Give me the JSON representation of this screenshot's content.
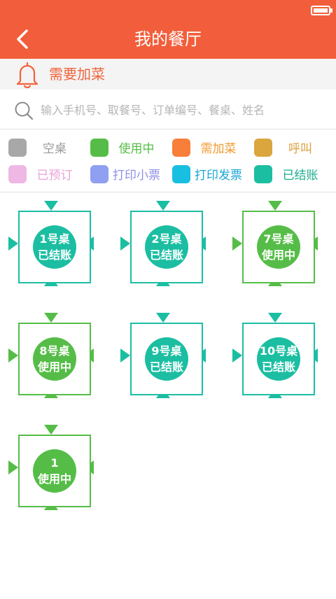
{
  "header": {
    "title": "我的餐厅"
  },
  "notice": {
    "text": "需要加菜"
  },
  "search": {
    "placeholder": "输入手机号、取餐号、订单编号、餐桌、姓名",
    "value": ""
  },
  "legend": [
    {
      "label": "空桌",
      "color": "#a8a8a8",
      "text_color": "#9a9a9a"
    },
    {
      "label": "使用中",
      "color": "#55bd47",
      "text_color": "#55bd47"
    },
    {
      "label": "需加菜",
      "color": "#f77f3a",
      "text_color": "#f29a2e"
    },
    {
      "label": "呼叫",
      "color": "#dca63e",
      "text_color": "#d9a13f"
    },
    {
      "label": "已预订",
      "color": "#efb7e4",
      "text_color": "#e7a1d9"
    },
    {
      "label": "打印小票",
      "color": "#8f9ff1",
      "text_color": "#8f8fe9"
    },
    {
      "label": "打印发票",
      "color": "#18bfe0",
      "text_color": "#18a6d6"
    },
    {
      "label": "已结账",
      "color": "#1cbea2",
      "text_color": "#1cae8f"
    }
  ],
  "tables": [
    {
      "name": "1号桌",
      "status": "已结账",
      "color": "#1cbea2"
    },
    {
      "name": "2号桌",
      "status": "已结账",
      "color": "#1cbea2"
    },
    {
      "name": "7号桌",
      "status": "使用中",
      "color": "#55bd47"
    },
    {
      "name": "8号桌",
      "status": "使用中",
      "color": "#55bd47"
    },
    {
      "name": "9号桌",
      "status": "已结账",
      "color": "#1cbea2"
    },
    {
      "name": "10号桌",
      "status": "已结账",
      "color": "#1cbea2"
    },
    {
      "name": "1",
      "status": "使用中",
      "color": "#55bd47"
    }
  ],
  "colors": {
    "brand": "#f25e3b"
  }
}
